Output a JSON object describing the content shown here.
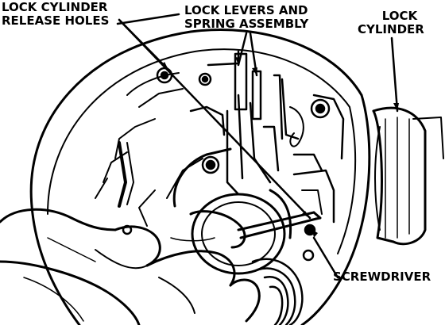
{
  "labels": {
    "release_holes": [
      "LOCK CYLINDER",
      "RELEASE HOLES"
    ],
    "levers_assembly": [
      "LOCK LEVERS AND",
      "SPRING ASSEMBLY"
    ],
    "lock_cylinder": [
      "LOCK",
      "CYLINDER"
    ],
    "screwdriver": "SCREWDRIVER"
  },
  "colors": {
    "ink": "#000000",
    "paper": "#ffffff"
  }
}
